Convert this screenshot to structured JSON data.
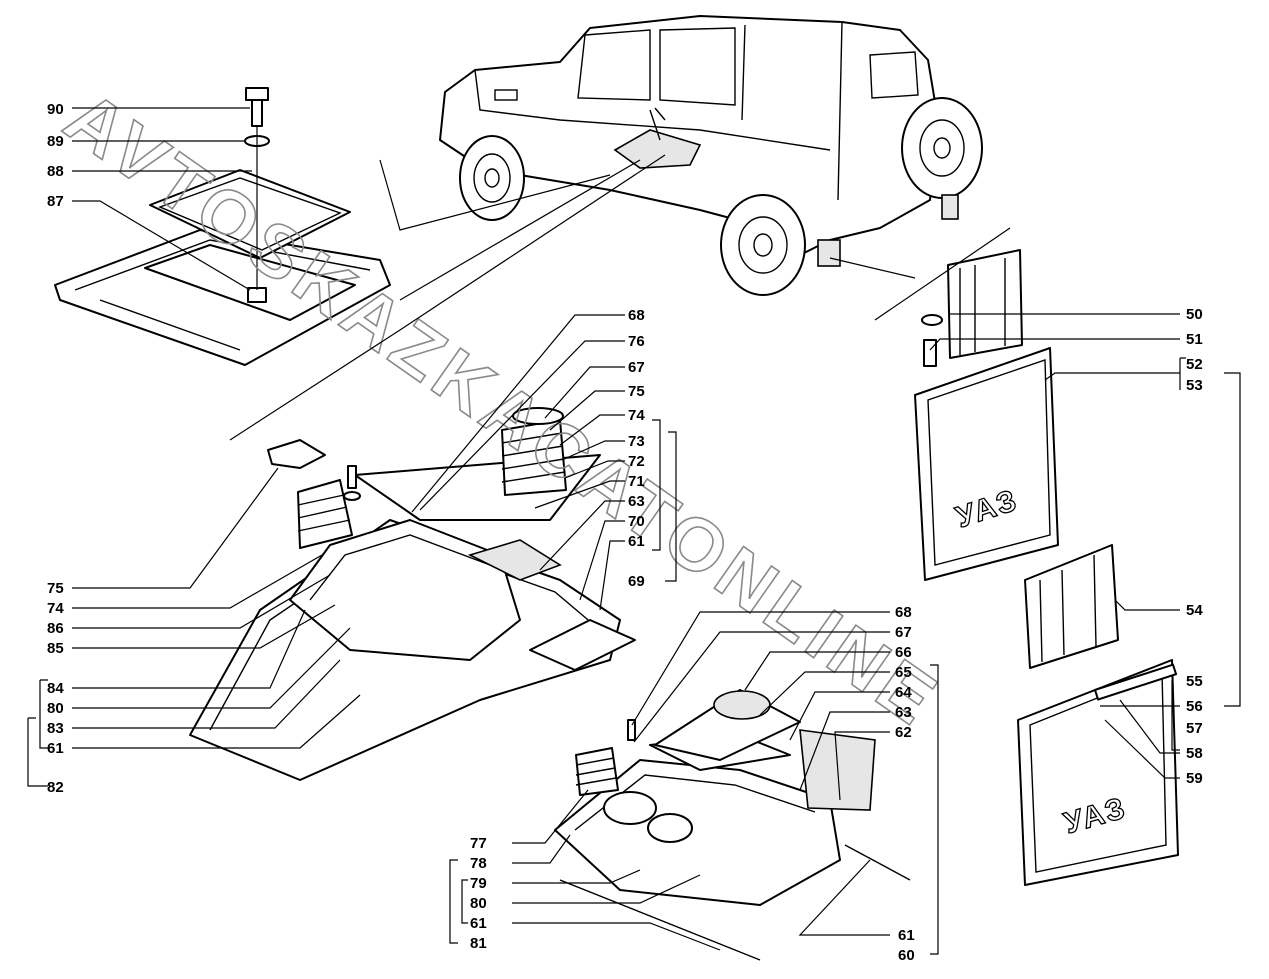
{
  "watermark": "AVTOSKAZKACATONLINE",
  "mudflap_logo": "УАЗ",
  "callouts": [
    "90",
    "89",
    "88",
    "87",
    "68",
    "76",
    "67",
    "75",
    "74",
    "73",
    "72",
    "71",
    "63",
    "70",
    "61",
    "69",
    "75",
    "74",
    "86",
    "85",
    "84",
    "80",
    "83",
    "61",
    "82",
    "50",
    "51",
    "52",
    "53",
    "54",
    "55",
    "56",
    "57",
    "58",
    "59",
    "68",
    "67",
    "66",
    "65",
    "64",
    "63",
    "62",
    "77",
    "78",
    "79",
    "80",
    "61",
    "81",
    "61",
    "60"
  ]
}
